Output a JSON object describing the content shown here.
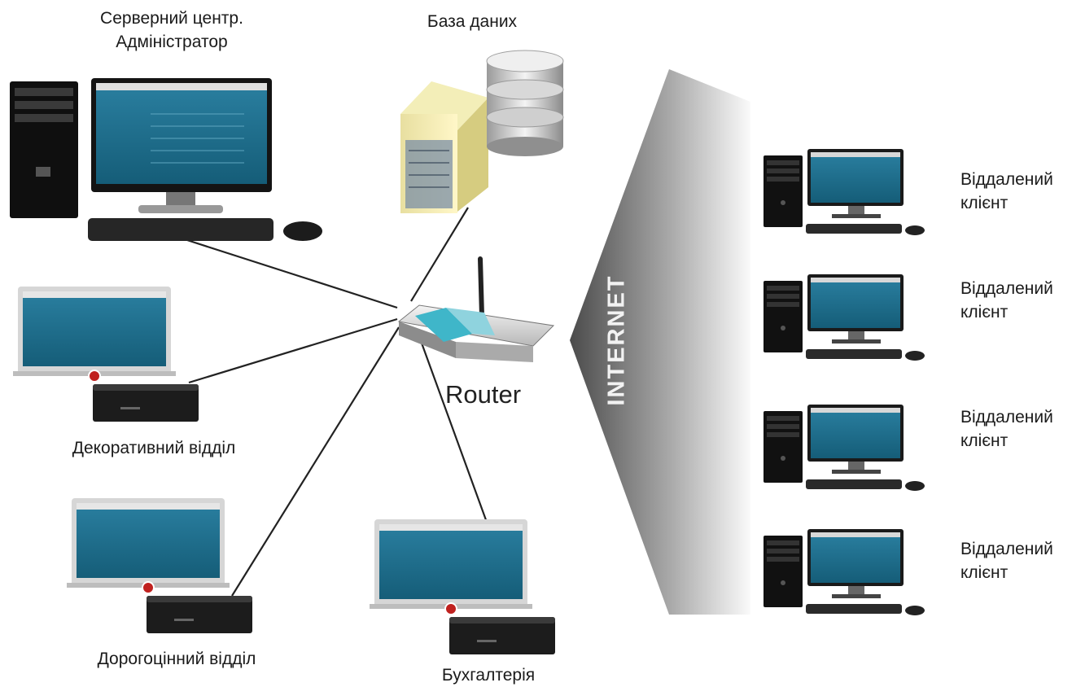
{
  "labels": {
    "server": "Серверний центр.\nАдміністратор",
    "database": "База даних",
    "router": "Router",
    "internet": "INTERNET",
    "decor": "Декоративний відділ",
    "precious": "Дорогоцінний відділ",
    "accounting": "Бухгалтерія",
    "remote_clients": [
      "Віддалений\nклієнт",
      "Віддалений\nклієнт",
      "Віддалений\nклієнт",
      "Віддалений\nклієнт"
    ]
  },
  "colors": {
    "screen": "#1d6f8c",
    "screen_dark": "#145a73",
    "router_accent": "#3fb6c9",
    "line": "#222222",
    "internet_gradient_dark": "#555555",
    "internet_gradient_light": "#f5f5f5"
  },
  "icons": {
    "server": "tower-pc-with-monitor-icon",
    "database": "server-rack-and-db-icon",
    "router": "wifi-router-icon",
    "client": "desktop-pc-icon",
    "terminal": "monitor-with-settop-box-icon"
  }
}
